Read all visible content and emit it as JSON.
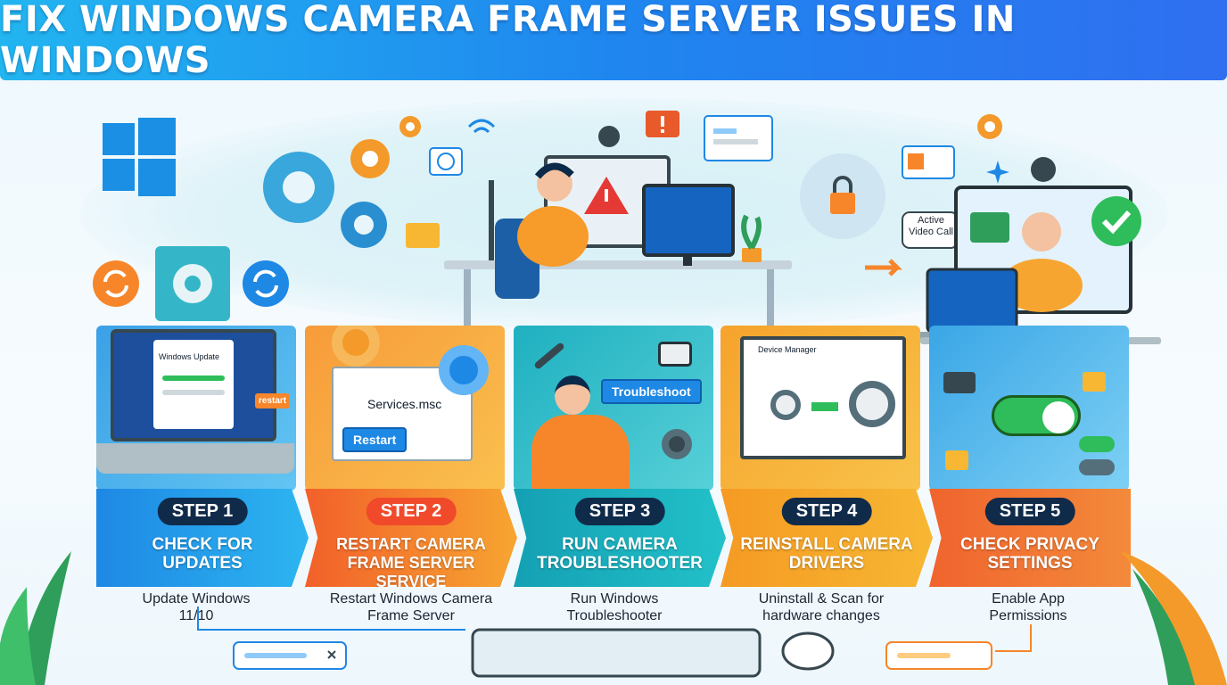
{
  "header": {
    "title": "FIX WINDOWS CAMERA FRAME SERVER ISSUES IN WINDOWS"
  },
  "scene": {
    "video_call_label": "Active Video Call"
  },
  "steps": [
    {
      "step": "STEP 1",
      "title": "CHECK FOR UPDATES",
      "desc": "Update Windows 11/10",
      "screen_label": "Windows Update",
      "badge": "restart",
      "color_from": "#1e88e5",
      "color_to": "#2db5f0"
    },
    {
      "step": "STEP 2",
      "title": "RESTART CAMERA FRAME SERVER SERVICE",
      "desc": "Restart Windows Camera Frame Server",
      "screen_label": "Services.msc",
      "button": "Restart",
      "color_from": "#f26b2a",
      "color_to": "#f7a531"
    },
    {
      "step": "STEP 3",
      "title": "RUN CAMERA TROUBLESHOOTER",
      "desc": "Run Windows Troubleshooter",
      "button": "Troubleshoot",
      "color_from": "#1aa6b7",
      "color_to": "#22c1c9"
    },
    {
      "step": "STEP 4",
      "title": "REINSTALL CAMERA DRIVERS",
      "desc": "Uninstall & Scan for hardware changes",
      "screen_label": "Device Manager",
      "color_from": "#f59a23",
      "color_to": "#f7b733"
    },
    {
      "step": "STEP 5",
      "title": "CHECK PRIVACY SETTINGS",
      "desc": "Enable App Permissions",
      "color_from": "#f0642e",
      "color_to": "#f38a3a"
    }
  ]
}
